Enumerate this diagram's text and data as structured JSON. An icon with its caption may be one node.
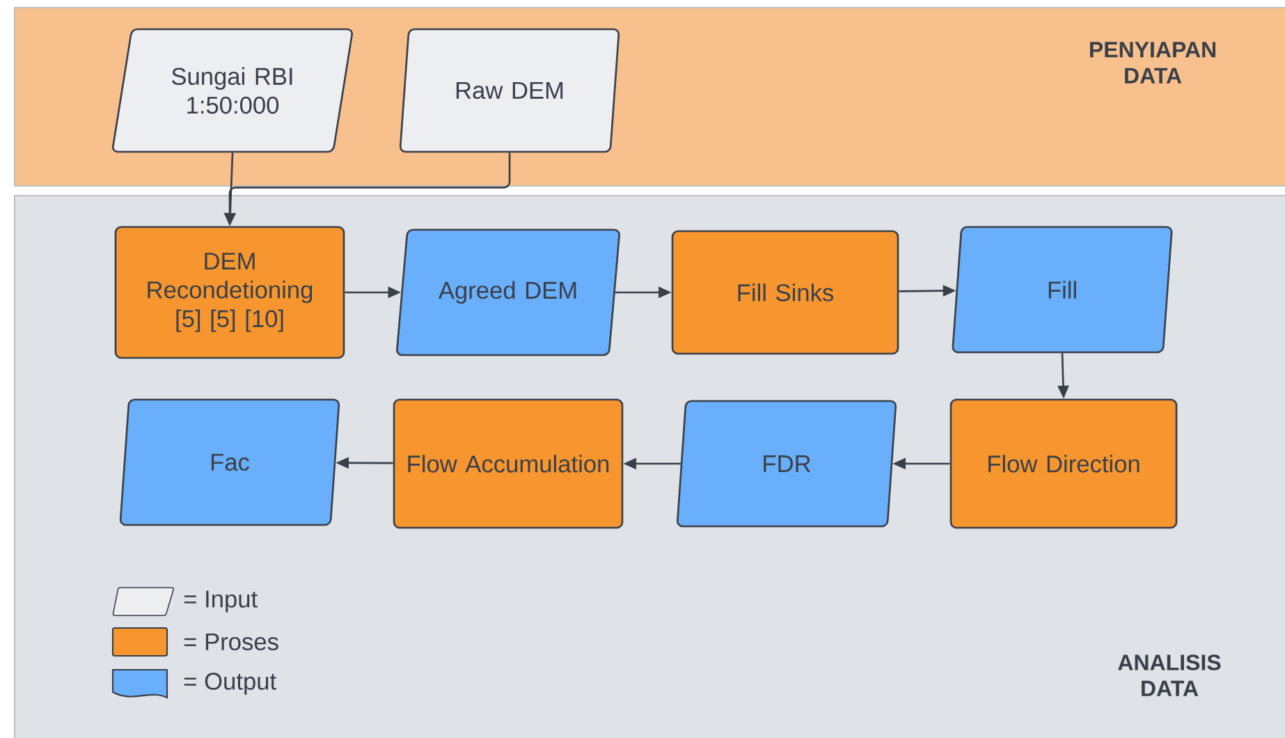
{
  "diagram": {
    "nodes": [
      {
        "text": [
          "PENYIAPAN DATA"
        ]
      },
      {
        "text": [
          "Sungai RBI 1:50:000"
        ],
        "in": 0
      },
      {
        "text": [
          "Raw DEM"
        ],
        "in": 0
      },
      {
        "text": [
          "ANALISIS DATA"
        ]
      },
      {
        "text": [
          "DEM Recondetioning [5] [5] [10]"
        ],
        "in": 3
      },
      {
        "text": [
          "Agreed DEM"
        ],
        "in": 3
      },
      {
        "text": [
          "Fill Sinks"
        ],
        "in": 3
      },
      {
        "text": [
          "Fill"
        ],
        "in": 3
      },
      {
        "text": [
          "Flow Direction"
        ],
        "in": 3
      },
      {
        "text": [
          "FDR"
        ],
        "in": 3
      },
      {
        "text": [
          "Flow Accumulation"
        ],
        "in": 3
      },
      {
        "text": [
          "Fac"
        ],
        "in": 3
      }
    ],
    "edges": [
      {
        "from": 1,
        "to": 4,
        "arrow": "to"
      },
      {
        "from": 2,
        "to": 4,
        "arrow": "to"
      },
      {
        "from": 4,
        "to": 5,
        "arrow": "to"
      },
      {
        "from": 5,
        "to": 6,
        "arrow": "to"
      },
      {
        "from": 6,
        "to": 7,
        "arrow": "to"
      },
      {
        "from": 7,
        "to": 8,
        "arrow": "to"
      },
      {
        "from": 8,
        "to": 9,
        "arrow": "to"
      },
      {
        "from": 9,
        "to": 10,
        "arrow": "to"
      },
      {
        "from": 10,
        "to": 11,
        "arrow": "to"
      }
    ],
    "legend": [
      {
        "text": "= Input",
        "color": "#eceef1"
      },
      {
        "text": "= Proses",
        "color": "#f7962f"
      },
      {
        "text": "= Output",
        "color": "#6aaffc"
      }
    ]
  }
}
